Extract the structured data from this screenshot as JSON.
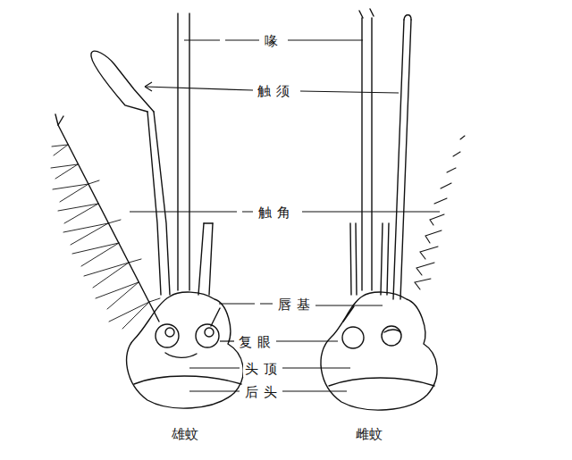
{
  "diagram": {
    "labels": [
      "喙",
      "触须",
      "触角",
      "唇基",
      "复眼",
      "头顶",
      "后头",
      "雄蚊",
      "雌蚊"
    ]
  }
}
